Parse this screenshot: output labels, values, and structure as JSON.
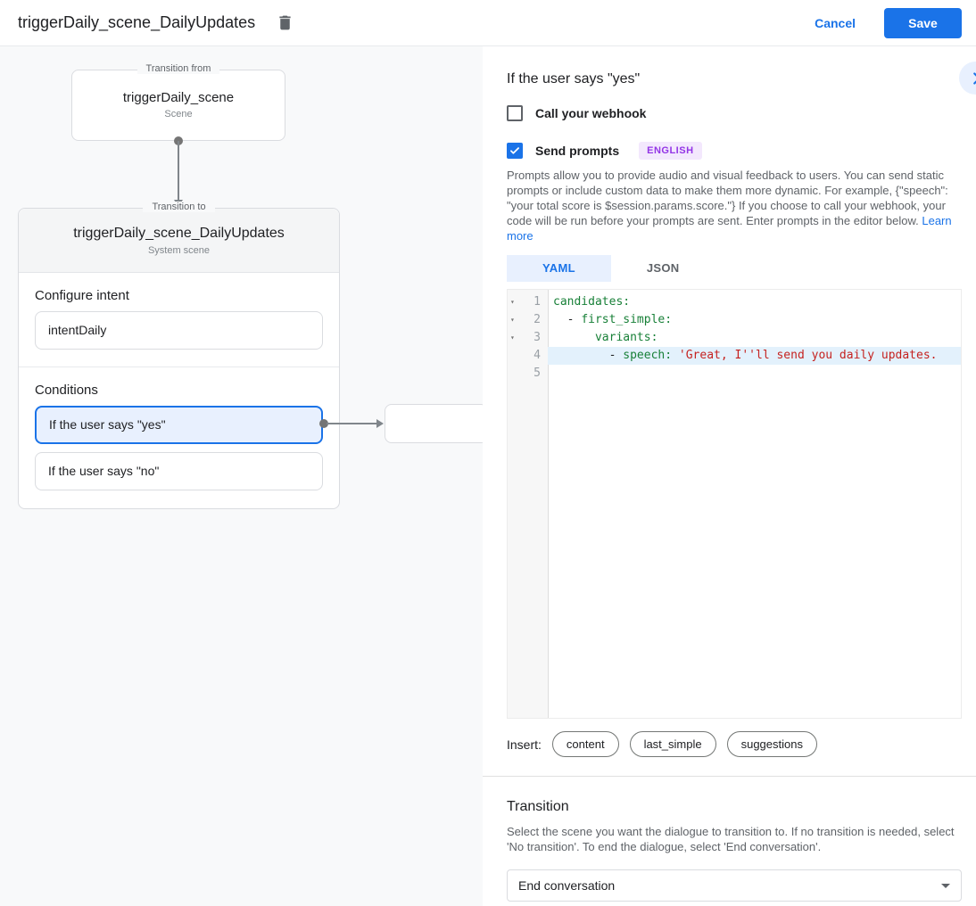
{
  "header": {
    "title": "triggerDaily_scene_DailyUpdates",
    "cancel_label": "Cancel",
    "save_label": "Save"
  },
  "icons": {
    "delete": "trash-can",
    "expand": "chevron-right",
    "fold": "triangle-down",
    "dropdown": "caret-down",
    "checked": "checkmark"
  },
  "canvas": {
    "from_node": {
      "legend": "Transition from",
      "title": "triggerDaily_scene",
      "subtitle": "Scene"
    },
    "to_node": {
      "legend": "Transition to",
      "title": "triggerDaily_scene_DailyUpdates",
      "subtitle": "System scene",
      "configure_intent_label": "Configure intent",
      "intent_value": "intentDaily",
      "conditions_label": "Conditions",
      "conditions": [
        {
          "label": "If the user says \"yes\"",
          "selected": true
        },
        {
          "label": "If the user says \"no\"",
          "selected": false
        }
      ]
    }
  },
  "detail": {
    "title": "If the user says \"yes\"",
    "webhook_label": "Call your webhook",
    "webhook_checked": false,
    "prompts_label": "Send prompts",
    "prompts_checked": true,
    "language_badge": "ENGLISH",
    "description": "Prompts allow you to provide audio and visual feedback to users. You can send static prompts or include custom data to make them more dynamic. For example, {\"speech\": \"your total score is $session.params.score.\"} If you choose to call your webhook, your code will be run before your prompts are sent. Enter prompts in the editor below. ",
    "learn_more_label": "Learn more",
    "tabs": [
      {
        "label": "YAML",
        "active": true
      },
      {
        "label": "JSON",
        "active": false
      }
    ],
    "editor": {
      "lines": [
        {
          "number": 1,
          "fold": true,
          "highlighted": false,
          "segments": [
            {
              "text": "candidates:",
              "type": "key"
            }
          ]
        },
        {
          "number": 2,
          "fold": true,
          "highlighted": false,
          "segments": [
            {
              "text": "  - ",
              "type": "plain"
            },
            {
              "text": "first_simple:",
              "type": "key"
            }
          ]
        },
        {
          "number": 3,
          "fold": true,
          "highlighted": false,
          "segments": [
            {
              "text": "      ",
              "type": "plain"
            },
            {
              "text": "variants:",
              "type": "key"
            }
          ]
        },
        {
          "number": 4,
          "fold": false,
          "highlighted": true,
          "segments": [
            {
              "text": "        - ",
              "type": "plain"
            },
            {
              "text": "speech:",
              "type": "key"
            },
            {
              "text": " ",
              "type": "plain"
            },
            {
              "text": "'Great, I''ll send you daily updates.",
              "type": "string"
            }
          ]
        },
        {
          "number": 5,
          "fold": false,
          "highlighted": false,
          "segments": []
        }
      ]
    },
    "insert_label": "Insert:",
    "insert_chips": [
      "content",
      "last_simple",
      "suggestions"
    ],
    "transition": {
      "title": "Transition",
      "description": "Select the scene you want the dialogue to transition to. If no transition is needed, select 'No transition'. To end the dialogue, select 'End conversation'.",
      "selected_value": "End conversation"
    }
  },
  "colors": {
    "accent_blue": "#1a73e8",
    "selection_bg": "#e8f0fe",
    "badge_purple": "#9334e6",
    "badge_bg": "#f3e8fd",
    "yaml_key_green": "#188038",
    "yaml_string_red": "#c5221f",
    "highlight_line": "#e3f1fc"
  }
}
